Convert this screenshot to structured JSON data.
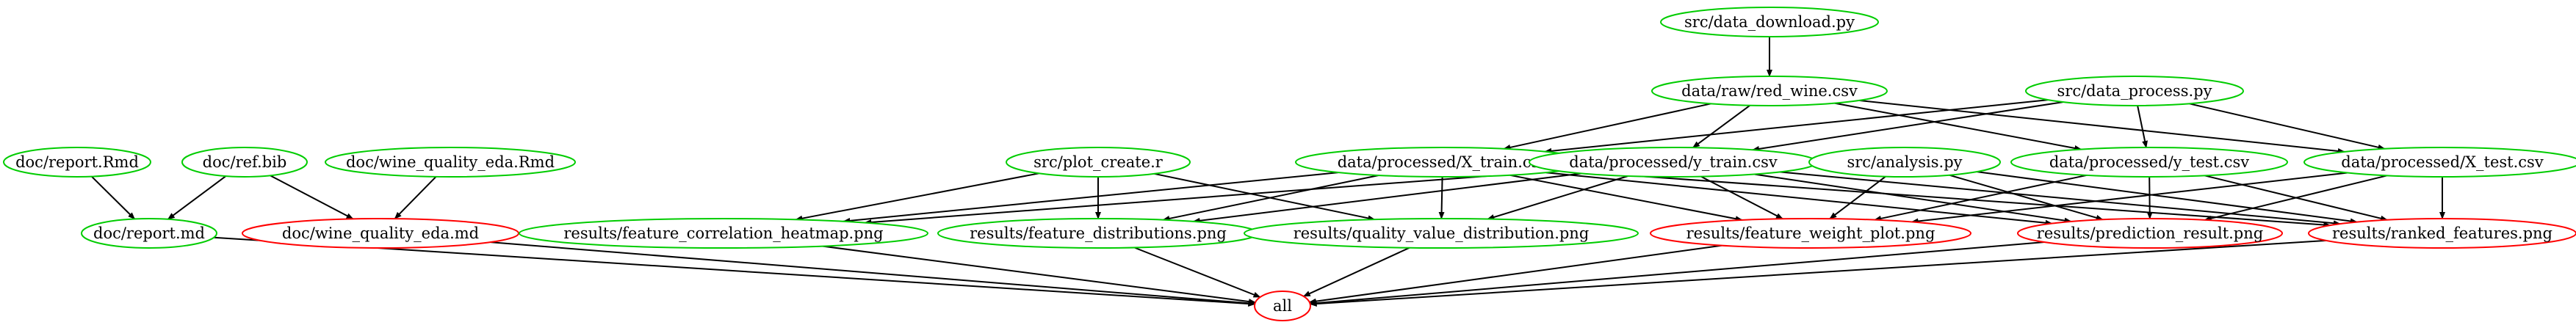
{
  "colors": {
    "up_to_date": "#00cc00",
    "outdated": "#ff0000",
    "edge": "#000000",
    "background": "#ffffff"
  },
  "nodes": [
    {
      "id": "src_data_download",
      "label": "src/data_download.py",
      "status": "up_to_date"
    },
    {
      "id": "data_raw",
      "label": "data/raw/red_wine.csv",
      "status": "up_to_date"
    },
    {
      "id": "src_data_process",
      "label": "src/data_process.py",
      "status": "up_to_date"
    },
    {
      "id": "doc_report_rmd",
      "label": "doc/report.Rmd",
      "status": "up_to_date"
    },
    {
      "id": "doc_ref_bib",
      "label": "doc/ref.bib",
      "status": "up_to_date"
    },
    {
      "id": "doc_eda_rmd",
      "label": "doc/wine_quality_eda.Rmd",
      "status": "up_to_date"
    },
    {
      "id": "src_plot_create",
      "label": "src/plot_create.r",
      "status": "up_to_date"
    },
    {
      "id": "x_train",
      "label": "data/processed/X_train.csv",
      "status": "up_to_date"
    },
    {
      "id": "y_train",
      "label": "data/processed/y_train.csv",
      "status": "up_to_date"
    },
    {
      "id": "src_analysis",
      "label": "src/analysis.py",
      "status": "up_to_date"
    },
    {
      "id": "y_test",
      "label": "data/processed/y_test.csv",
      "status": "up_to_date"
    },
    {
      "id": "x_test",
      "label": "data/processed/X_test.csv",
      "status": "up_to_date"
    },
    {
      "id": "doc_report_md",
      "label": "doc/report.md",
      "status": "up_to_date"
    },
    {
      "id": "doc_eda_md",
      "label": "doc/wine_quality_eda.md",
      "status": "outdated"
    },
    {
      "id": "heatmap",
      "label": "results/feature_correlation_heatmap.png",
      "status": "up_to_date"
    },
    {
      "id": "feat_dist",
      "label": "results/feature_distributions.png",
      "status": "up_to_date"
    },
    {
      "id": "quality_dist",
      "label": "results/quality_value_distribution.png",
      "status": "up_to_date"
    },
    {
      "id": "weight_plot",
      "label": "results/feature_weight_plot.png",
      "status": "outdated"
    },
    {
      "id": "pred_result",
      "label": "results/prediction_result.png",
      "status": "outdated"
    },
    {
      "id": "ranked",
      "label": "results/ranked_features.png",
      "status": "outdated"
    },
    {
      "id": "all",
      "label": "all",
      "status": "outdated"
    }
  ],
  "edges": [
    [
      "src_data_download",
      "data_raw"
    ],
    [
      "data_raw",
      "x_train"
    ],
    [
      "data_raw",
      "y_train"
    ],
    [
      "data_raw",
      "y_test"
    ],
    [
      "data_raw",
      "x_test"
    ],
    [
      "src_data_process",
      "x_train"
    ],
    [
      "src_data_process",
      "y_train"
    ],
    [
      "src_data_process",
      "y_test"
    ],
    [
      "src_data_process",
      "x_test"
    ],
    [
      "doc_report_rmd",
      "doc_report_md"
    ],
    [
      "doc_ref_bib",
      "doc_report_md"
    ],
    [
      "doc_ref_bib",
      "doc_eda_md"
    ],
    [
      "doc_eda_rmd",
      "doc_eda_md"
    ],
    [
      "src_plot_create",
      "heatmap"
    ],
    [
      "src_plot_create",
      "feat_dist"
    ],
    [
      "src_plot_create",
      "quality_dist"
    ],
    [
      "x_train",
      "heatmap"
    ],
    [
      "x_train",
      "feat_dist"
    ],
    [
      "x_train",
      "quality_dist"
    ],
    [
      "x_train",
      "weight_plot"
    ],
    [
      "x_train",
      "pred_result"
    ],
    [
      "x_train",
      "ranked"
    ],
    [
      "y_train",
      "heatmap"
    ],
    [
      "y_train",
      "feat_dist"
    ],
    [
      "y_train",
      "quality_dist"
    ],
    [
      "y_train",
      "weight_plot"
    ],
    [
      "y_train",
      "pred_result"
    ],
    [
      "y_train",
      "ranked"
    ],
    [
      "src_analysis",
      "weight_plot"
    ],
    [
      "src_analysis",
      "pred_result"
    ],
    [
      "src_analysis",
      "ranked"
    ],
    [
      "y_test",
      "weight_plot"
    ],
    [
      "y_test",
      "pred_result"
    ],
    [
      "y_test",
      "ranked"
    ],
    [
      "x_test",
      "weight_plot"
    ],
    [
      "x_test",
      "pred_result"
    ],
    [
      "x_test",
      "ranked"
    ],
    [
      "doc_report_md",
      "all"
    ],
    [
      "doc_eda_md",
      "all"
    ],
    [
      "heatmap",
      "all"
    ],
    [
      "feat_dist",
      "all"
    ],
    [
      "quality_dist",
      "all"
    ],
    [
      "weight_plot",
      "all"
    ],
    [
      "pred_result",
      "all"
    ],
    [
      "ranked",
      "all"
    ]
  ]
}
